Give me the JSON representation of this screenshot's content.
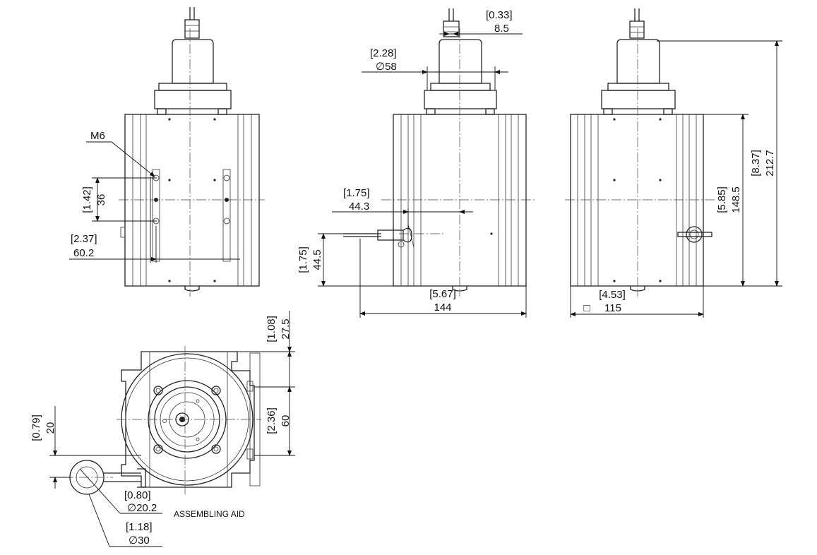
{
  "drawing": {
    "view1": {
      "thread_label": "M6",
      "hole_spacing": {
        "inch": "[1.42]",
        "mm": "36"
      },
      "hole_offset": {
        "inch": "[2.37]",
        "mm": "60.2"
      }
    },
    "view2": {
      "cable_gland": {
        "inch": "[0.33]",
        "mm": "8.5"
      },
      "head_diameter": {
        "inch": "[2.28]",
        "mm": "∅58"
      },
      "wire_axis_offset": {
        "inch": "[1.75]",
        "mm": "44.3"
      },
      "wire_height": {
        "inch": "[1.75]",
        "mm": "44.5"
      },
      "width": {
        "inch": "[5.67]",
        "mm": "144"
      }
    },
    "view3": {
      "overall_height": {
        "inch": "[8.37]",
        "mm": "212.7"
      },
      "body_height": {
        "inch": "[5.85]",
        "mm": "148.5"
      },
      "depth": {
        "inch": "[4.53]",
        "mm": "115",
        "symbol": "□"
      }
    },
    "view4": {
      "top_offset": {
        "inch": "[1.08]",
        "mm": "27.5"
      },
      "center_height": {
        "inch": "[2.36]",
        "mm": "60"
      },
      "aid_offset": {
        "inch": "[0.79]",
        "mm": "20"
      },
      "aid_inner_diameter": {
        "inch": "[0.80]",
        "mm": "∅20.2"
      },
      "aid_outer_diameter": {
        "inch": "[1.18]",
        "mm": "∅30"
      },
      "assembling_aid_label": "ASSEMBLING AID"
    }
  }
}
